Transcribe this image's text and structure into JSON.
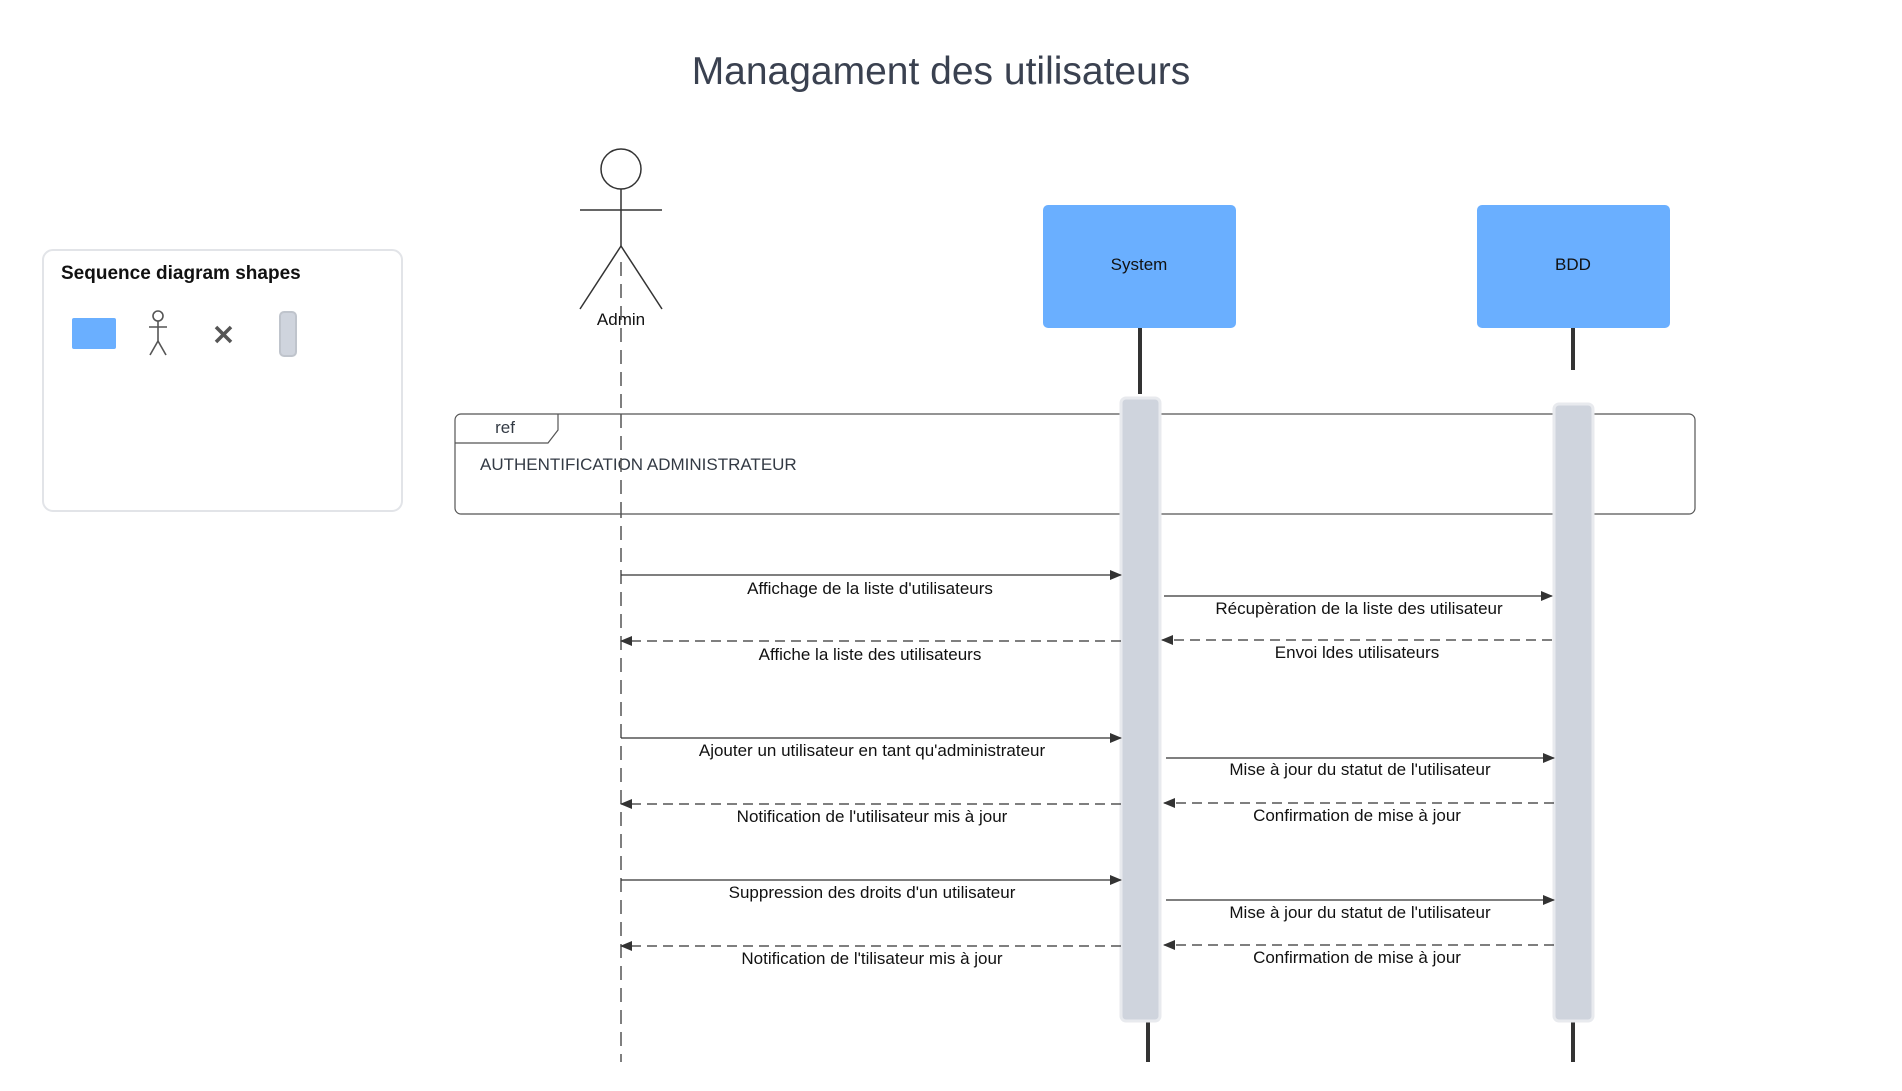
{
  "title": "Managament des utilisateurs",
  "legend": {
    "title": "Sequence diagram shapes",
    "shapes": [
      "rectangle-lifeline-icon",
      "actor-icon",
      "destroy-x-icon",
      "activation-bar-icon"
    ]
  },
  "participants": {
    "admin": "Admin",
    "system": "System",
    "bdd": "BDD"
  },
  "ref_frame": {
    "tag": "ref",
    "text": "AUTHENTIFICATION ADMINISTRATEUR"
  },
  "messages": [
    {
      "label": "Affichage de la liste d'utilisateurs",
      "from": "Admin",
      "to": "System",
      "style": "solid"
    },
    {
      "label": "Récupèration de la liste des utilisateur",
      "from": "System",
      "to": "BDD",
      "style": "solid"
    },
    {
      "label": "Affiche la liste des utilisateurs",
      "from": "System",
      "to": "Admin",
      "style": "dashed"
    },
    {
      "label": "Envoi ldes utilisateurs",
      "from": "BDD",
      "to": "System",
      "style": "dashed"
    },
    {
      "label": "Ajouter un utilisateur en tant qu'administrateur",
      "from": "Admin",
      "to": "System",
      "style": "solid"
    },
    {
      "label": "Mise à jour du statut de l'utilisateur",
      "from": "System",
      "to": "BDD",
      "style": "solid"
    },
    {
      "label": "Notification de l'utilisateur mis à jour",
      "from": "System",
      "to": "Admin",
      "style": "dashed"
    },
    {
      "label": "Confirmation de mise à jour",
      "from": "BDD",
      "to": "System",
      "style": "dashed"
    },
    {
      "label": "Suppression des droits d'un utilisateur",
      "from": "Admin",
      "to": "System",
      "style": "solid"
    },
    {
      "label": "Mise à jour du statut de l'utilisateur",
      "from": "System",
      "to": "BDD",
      "style": "solid"
    },
    {
      "label": "Notification de l'tilisateur mis à jour",
      "from": "System",
      "to": "Admin",
      "style": "dashed"
    },
    {
      "label": "Confirmation de mise à jour",
      "from": "BDD",
      "to": "System",
      "style": "dashed"
    }
  ],
  "colors": {
    "participant_fill": "#6aafff",
    "activation_fill": "#cfd4dd",
    "line": "#333333",
    "title": "#3a4150"
  }
}
